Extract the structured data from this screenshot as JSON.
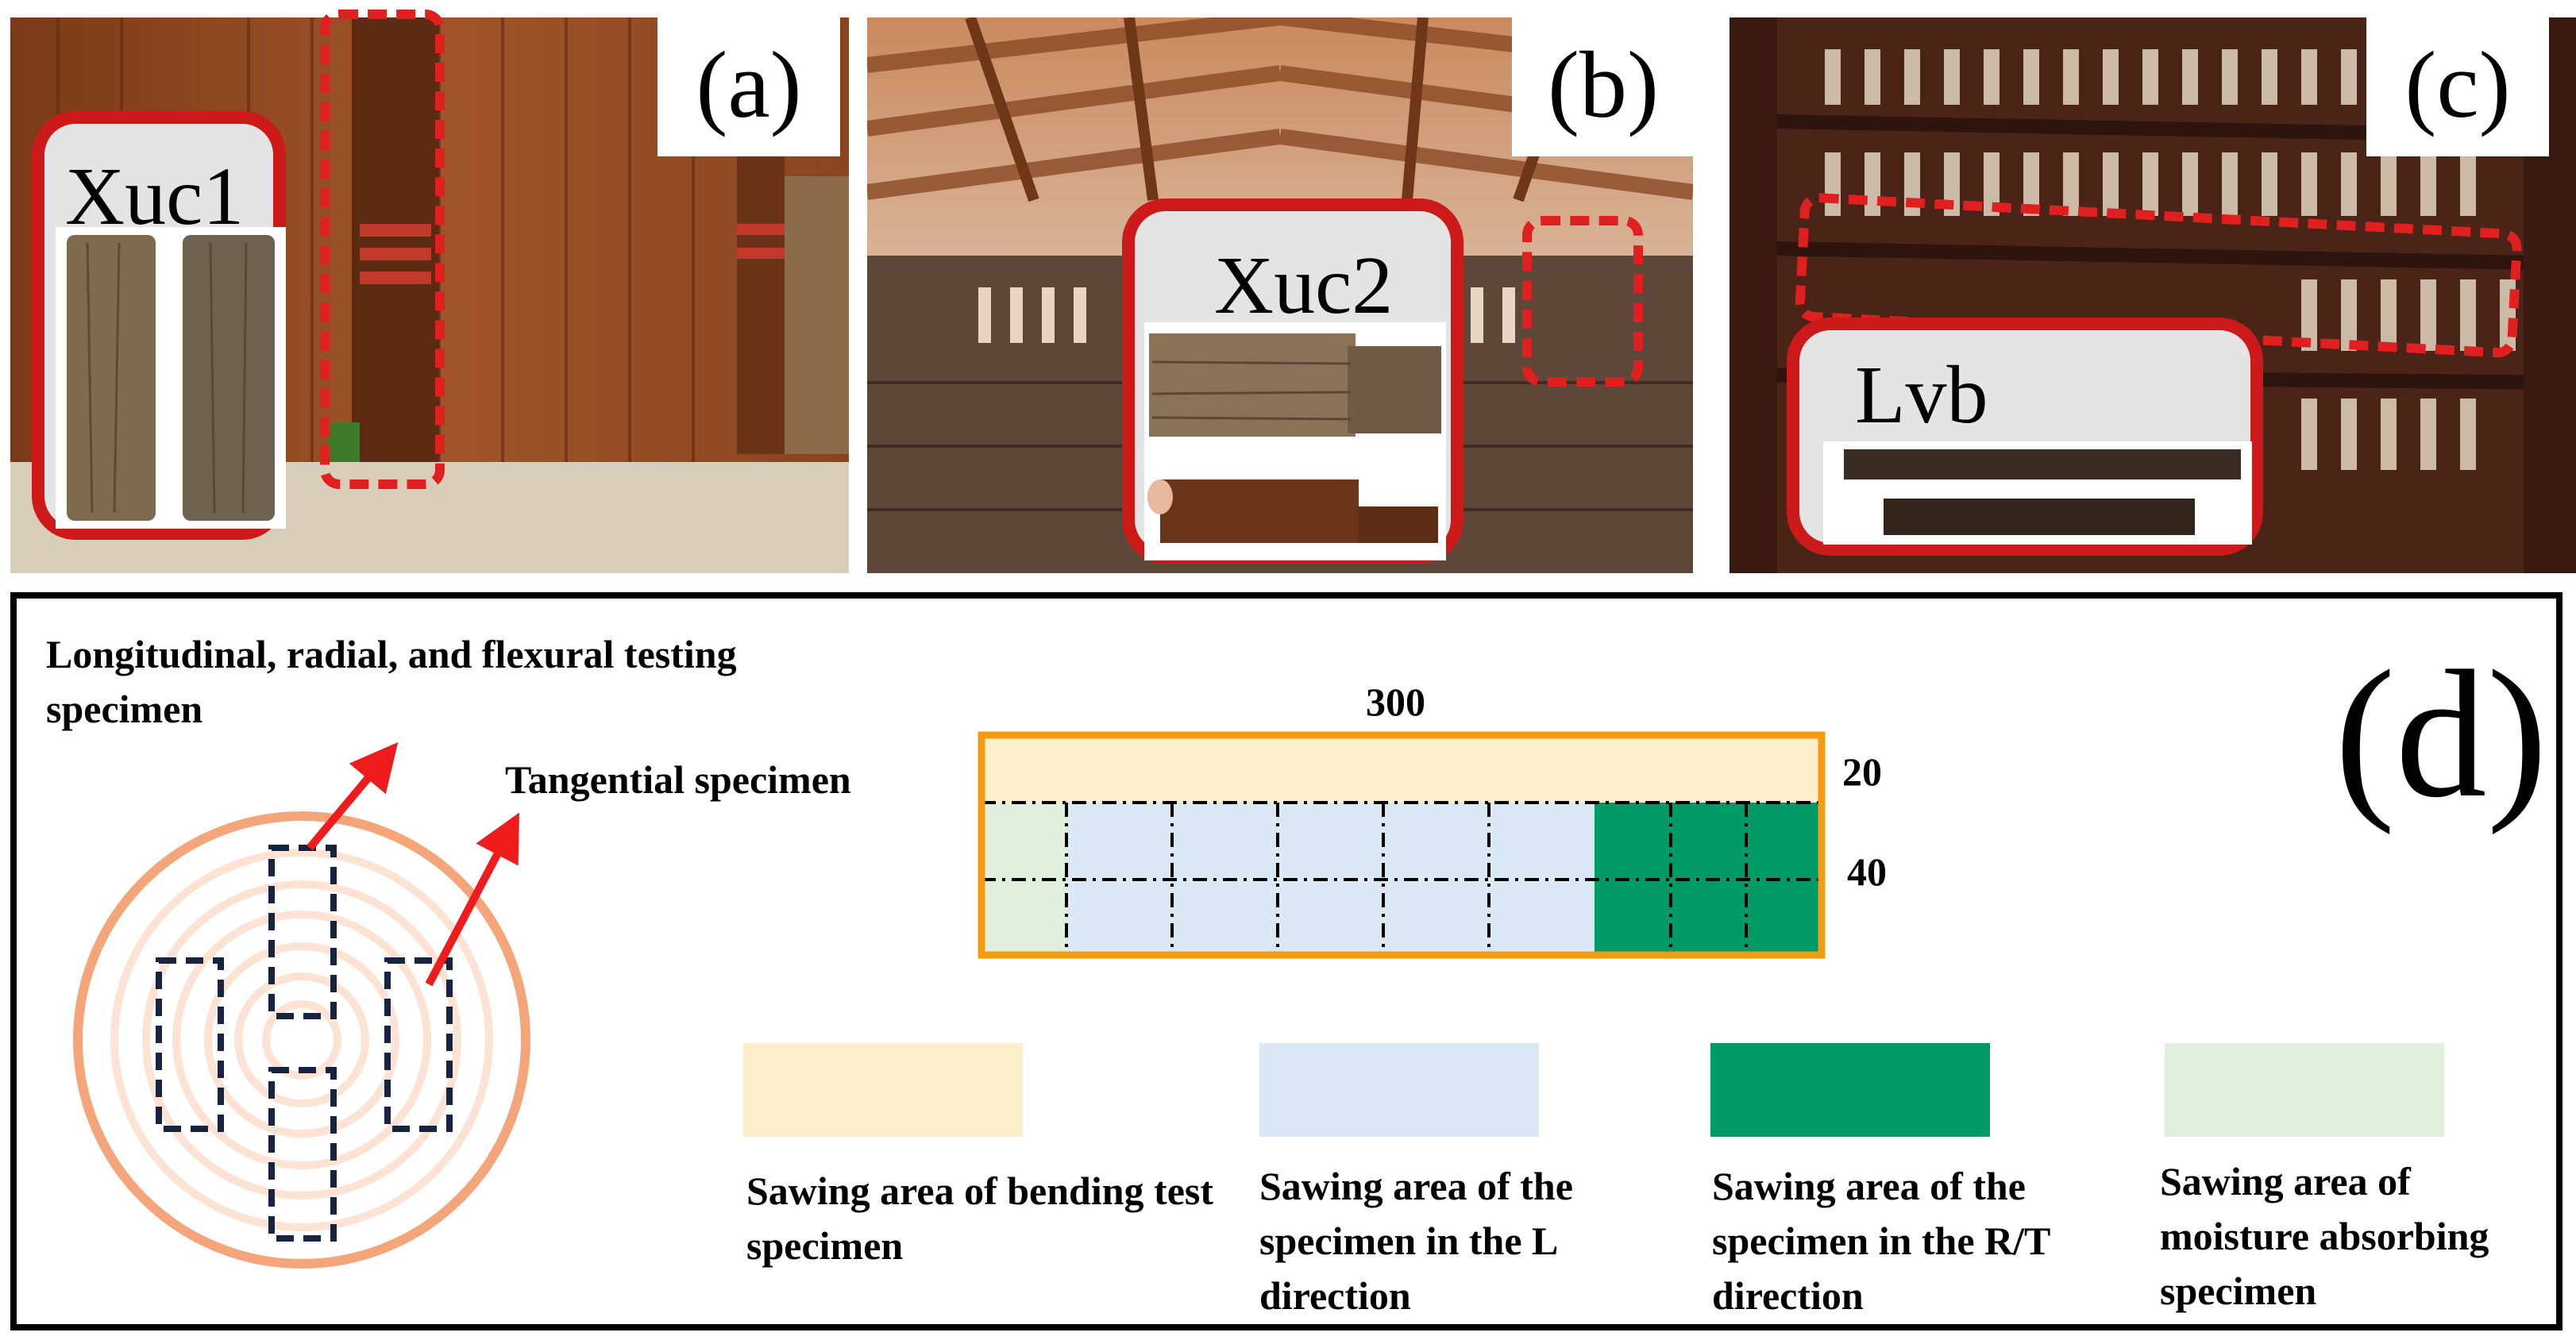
{
  "panels": {
    "a": {
      "label": "(a)",
      "sample": "Xuc1"
    },
    "b": {
      "label": "(b)",
      "sample": "Xuc2"
    },
    "c": {
      "label": "(c)",
      "sample": "Lvb"
    },
    "d": {
      "label": "(d)"
    }
  },
  "diagram": {
    "longitudinal_label": "Longitudinal, radial, and flexural testing specimen",
    "tangential_label": "Tangential specimen",
    "length_dim": "300",
    "top_band_dim": "20",
    "lower_band_dim": "40"
  },
  "legend": [
    {
      "label": "Sawing area of bending test specimen",
      "color": "#fdefcc"
    },
    {
      "label": "Sawing area of the specimen in the L direction",
      "color": "#dbe8f5"
    },
    {
      "label": "Sawing area of the specimen in the R/T direction",
      "color": "#009a66"
    },
    {
      "label": "Sawing area of moisture absorbing specimen",
      "color": "#e1f0dc"
    }
  ],
  "colors": {
    "inset_border": "#cc1a1a",
    "dashed_marker": "#e02020",
    "arrow": "#ee1c1c",
    "rings": "#f4a57a",
    "outline": "#f39c12",
    "specimen_outline": "#17243f"
  }
}
